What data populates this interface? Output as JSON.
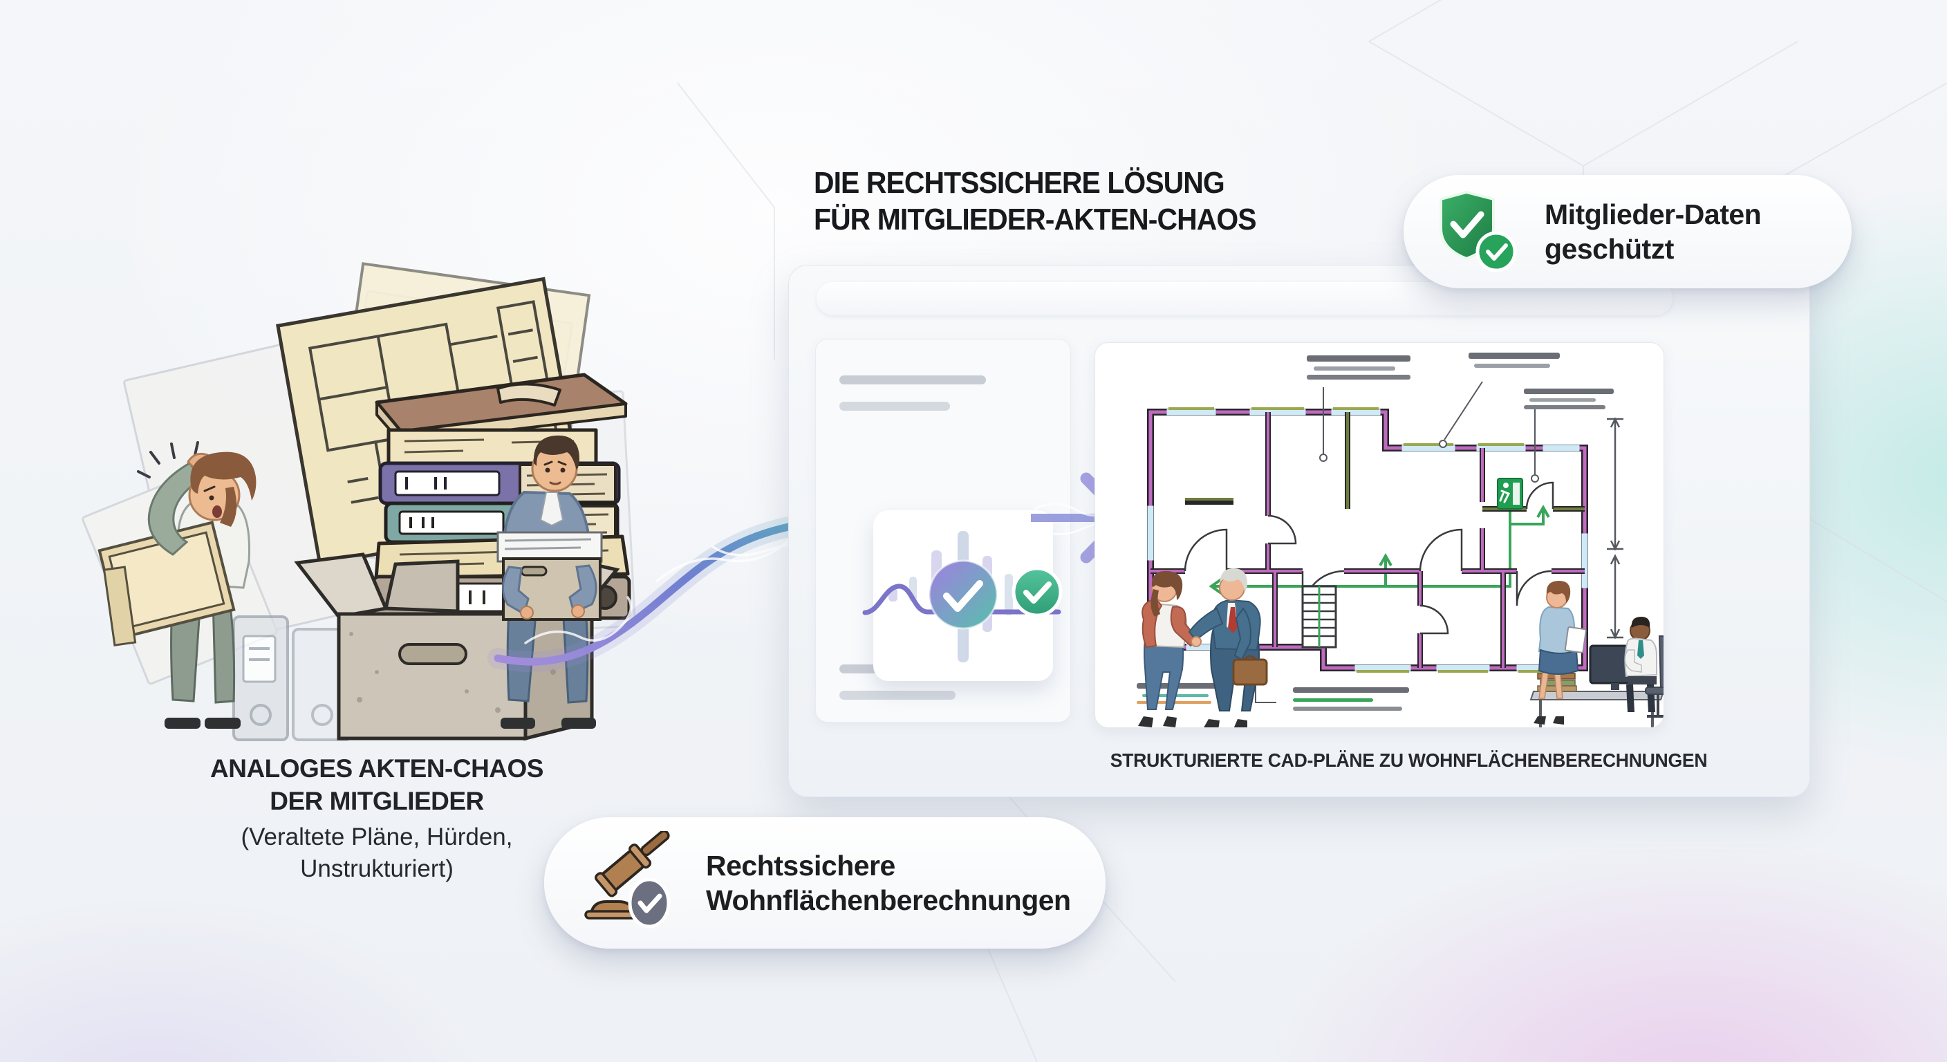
{
  "header": {
    "title_line1": "DIE RECHTSSICHERE LÖSUNG",
    "title_line2": "FÜR MITGLIEDER-AKTEN-CHAOS"
  },
  "badge_protected": {
    "icon": "shield-check-icon",
    "label_line1": "Mitglieder-Daten",
    "label_line2": "geschützt"
  },
  "badge_legal": {
    "icon": "gavel-check-icon",
    "label_line1": "Rechtssichere",
    "label_line2": "Wohnflächenberechnungen"
  },
  "chaos_caption": {
    "line1": "ANALOGES AKTEN-CHAOS",
    "line2": "DER MITGLIEDER",
    "line3": "(Veraltete Pläne, Hürden,",
    "line4": "Unstrukturiert)"
  },
  "solution_panel": {
    "plan_caption": "STRUKTURIERTE CAD-PLÄNE ZU WOHNFLÄCHENBERECHNUNGEN"
  },
  "colors": {
    "accent_purple": "#8f7fd4",
    "accent_teal": "#4fb89a",
    "accent_green": "#2fa15a",
    "wall_magenta": "#c06ac0",
    "escape_green": "#3aa55a",
    "badge_slate": "#6b6f80",
    "gavel_brown": "#b08050"
  }
}
